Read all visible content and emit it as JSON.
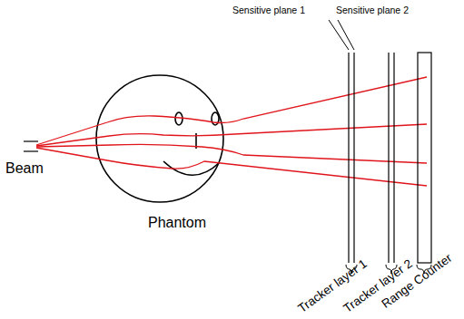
{
  "diagram": {
    "labels": [
      "Sensitive plane 1",
      "Sensitive plane 2",
      "Beam",
      "Phantom",
      "Tracker layer 1",
      "Tracker layer 2",
      "Range Counter"
    ]
  }
}
